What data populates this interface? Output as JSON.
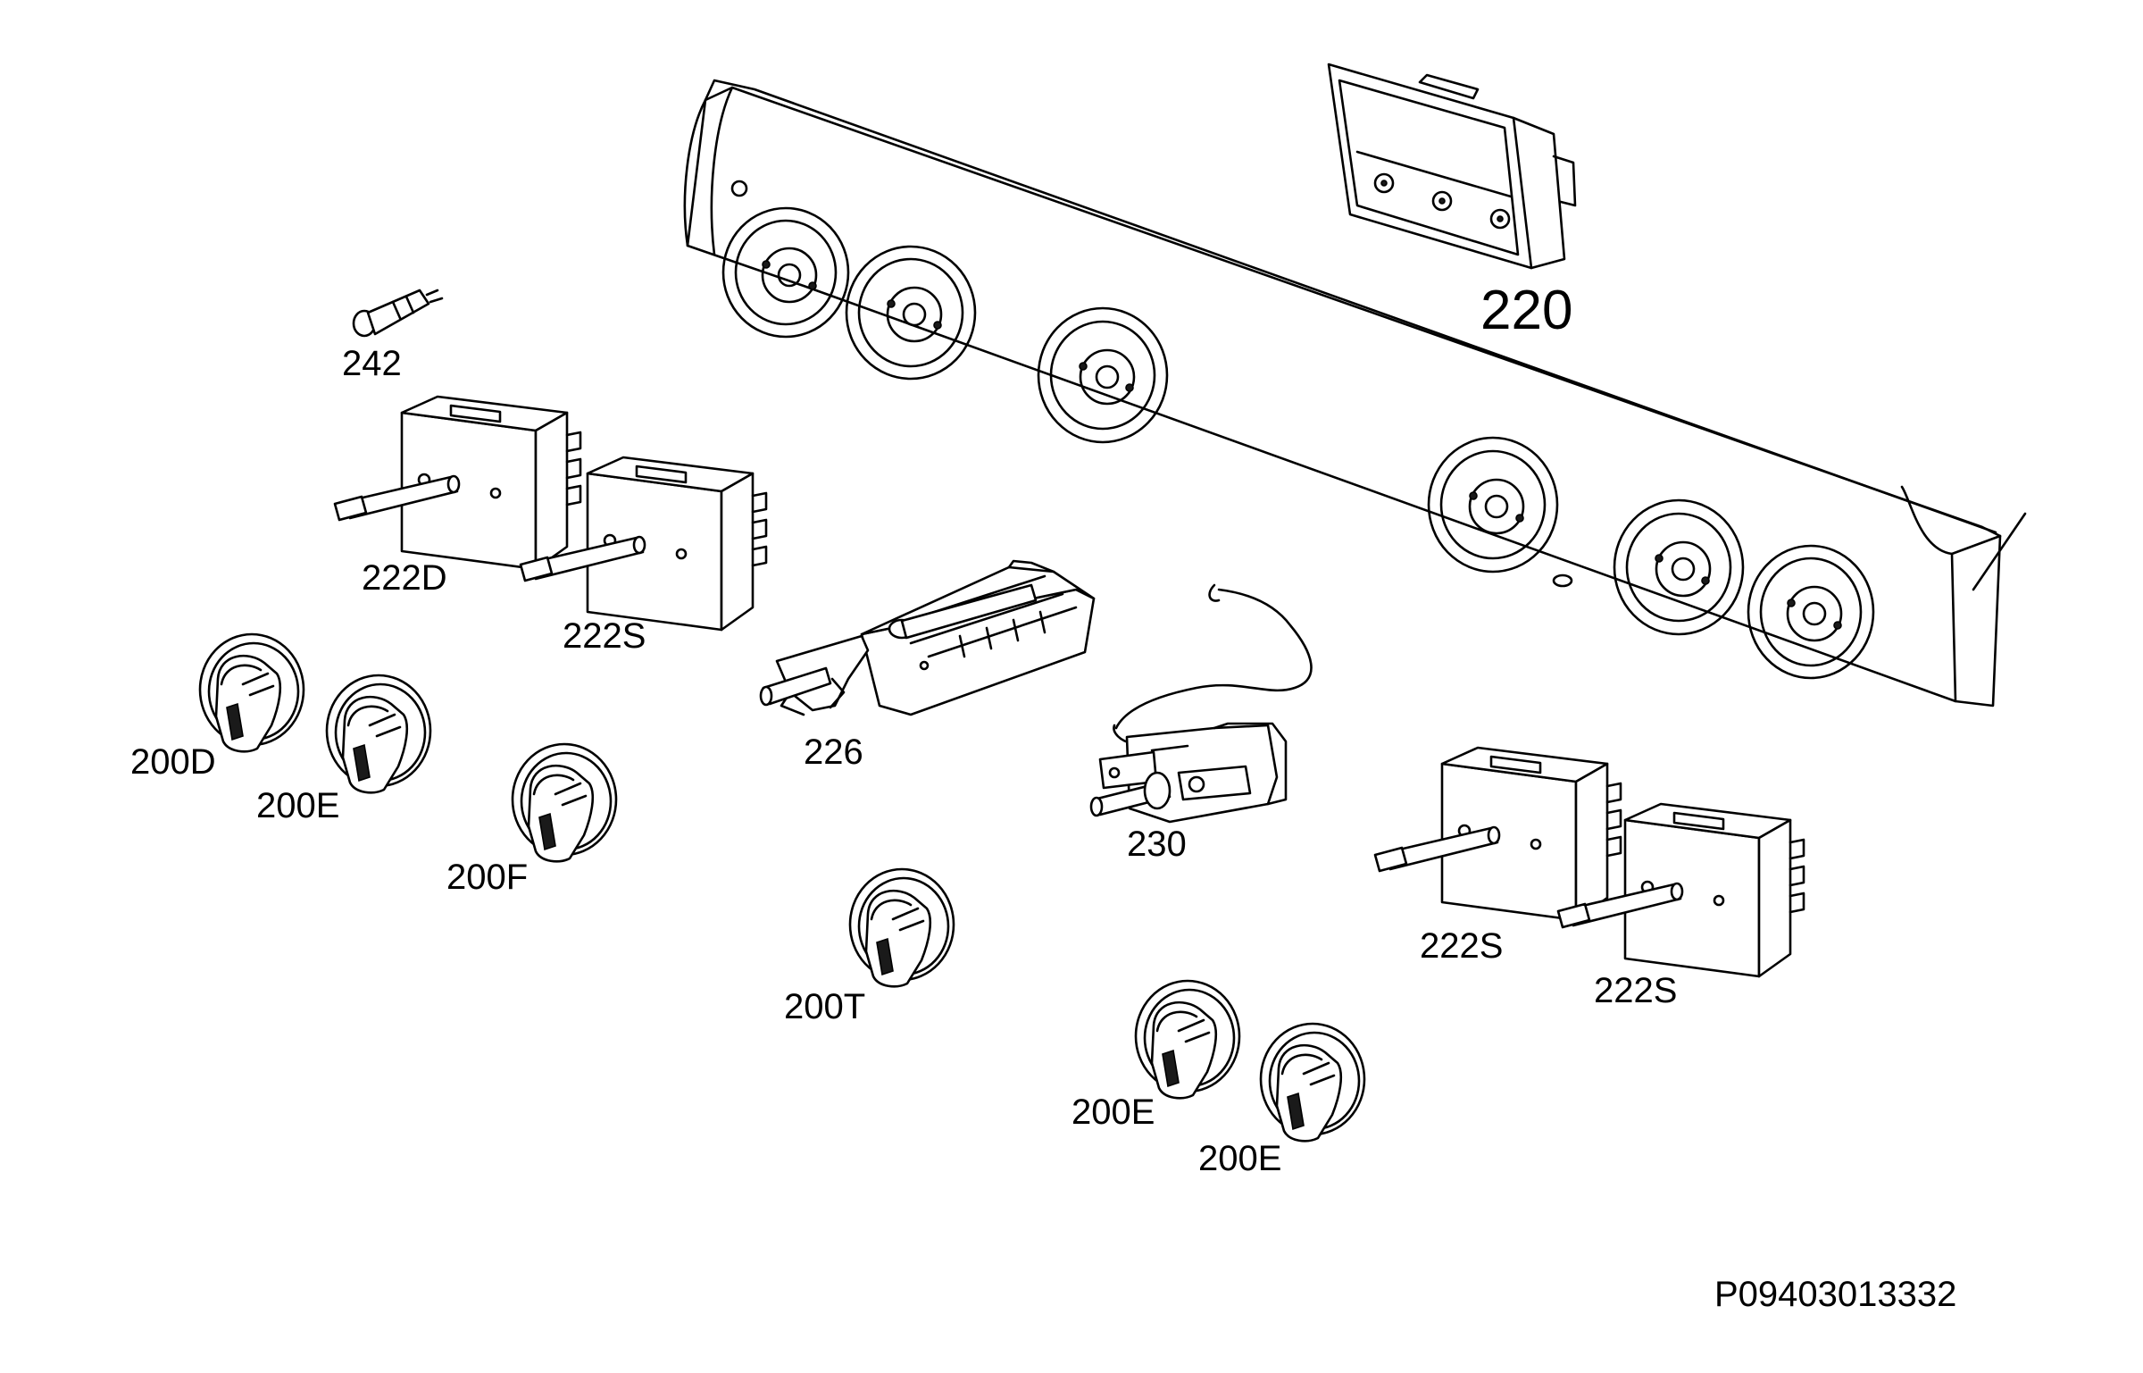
{
  "diagram": {
    "code": "P09403013332",
    "labels": {
      "l220": "220",
      "l242": "242",
      "l222D": "222D",
      "l222S_a": "222S",
      "l222S_b": "222S",
      "l222S_c": "222S",
      "l226": "226",
      "l230": "230",
      "l200D": "200D",
      "l200E_a": "200E",
      "l200E_b": "200E",
      "l200E_c": "200E",
      "l200F": "200F",
      "l200T": "200T"
    }
  }
}
